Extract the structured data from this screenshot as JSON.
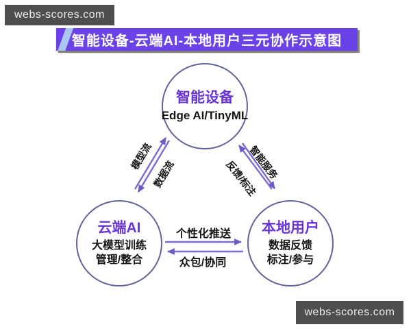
{
  "watermarks": {
    "top_left": "webs-scores.com",
    "bottom_right": "webs-scores.com"
  },
  "banner": {
    "title": "智能设备-云端AI-本地用户三元协作示意图"
  },
  "nodes": {
    "device": {
      "title": "智能设备",
      "subtitle": "Edge AI/TinyML"
    },
    "cloud": {
      "title": "云端AI",
      "line1": "大模型训练",
      "line2": "管理/整合"
    },
    "user": {
      "title": "本地用户",
      "line1": "数据反馈",
      "line2": "标注/参与"
    }
  },
  "edges": {
    "device_cloud": {
      "model_label": "模型流",
      "data_label": "数据流"
    },
    "device_user": {
      "service_label": "智能服务",
      "feedback_label": "反馈/标注"
    },
    "cloud_user": {
      "push_label": "个性化推送",
      "crowd_label": "众包/协同"
    }
  },
  "colors": {
    "banner_bg": "#6B41E8",
    "banner_accent": "#A9C7F0",
    "node_border": "#62629B",
    "node_title": "#6A35D8",
    "arrow": "#7A6CCF",
    "watermark_bg": "#4E4E4E",
    "watermark_text": "#EDEDED",
    "label_text": "#141414"
  }
}
